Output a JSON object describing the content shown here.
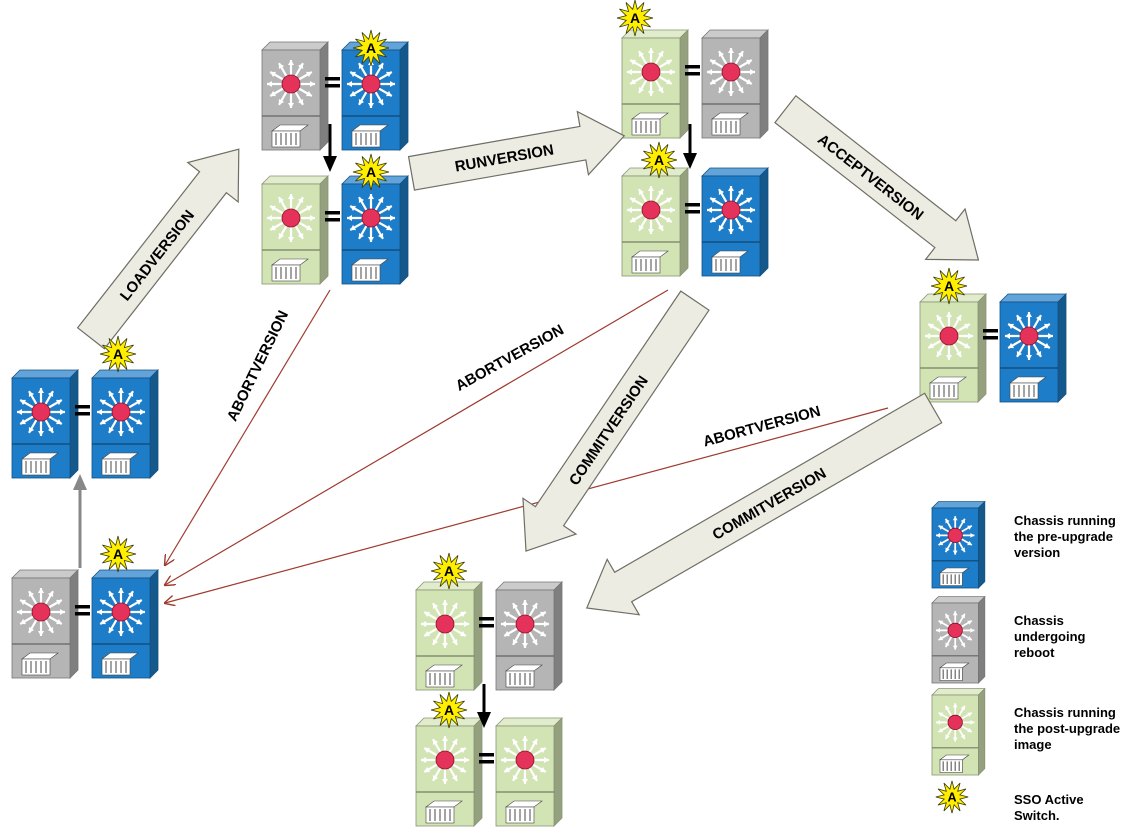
{
  "colors": {
    "blue": "#1e7dc8",
    "gray": "#b5b5b5",
    "green": "#d3e4b4",
    "arrow_fill": "#ecece2",
    "abort_line": "#a03a2e",
    "star": "#ffee00"
  },
  "icons": {
    "active_badge": "star-badge-icon",
    "chassis": "switch-chassis-icon",
    "stack_link": "equals-link-icon"
  },
  "badge_letter": "A",
  "steps": {
    "load": "LOADVERSION",
    "run": "RUNVERSION",
    "accept": "ACCEPTVERSION",
    "commit": "COMMITVERSION",
    "abort": "ABORTVERSION"
  },
  "legend": {
    "pre_upgrade": [
      "Chassis running",
      "the pre-upgrade",
      "version"
    ],
    "reboot": [
      "Chassis",
      "undergoing",
      "reboot"
    ],
    "post_upgrade": [
      "Chassis running",
      "the  post-upgrade",
      "image"
    ],
    "active": [
      "SSO Active",
      "Switch."
    ]
  }
}
